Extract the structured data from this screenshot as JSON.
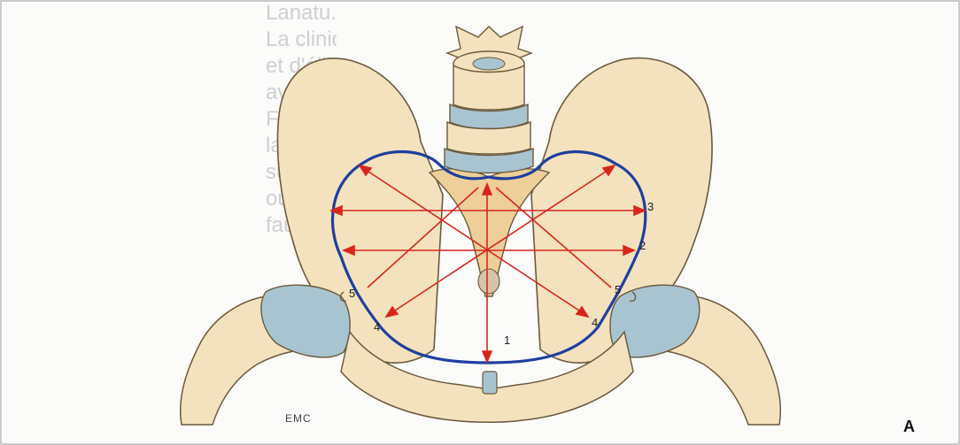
{
  "background_text": [
    "Lanatu...",
    "La clinique, l'échog",
    "et d'éliminer les bass",
    "avant terme.",
    "Face une anomalie",
    "la possibilité d'une",
    "surveillance du bass",
    "ou à un arrêt de la",
    "faudra savoir évoqu"
  ],
  "labels": {
    "l1": "1",
    "l2": "2",
    "l3": "3",
    "l4_left": "4",
    "l4_right": "4",
    "l5_left": "5",
    "l5_right": "5"
  },
  "panel_letter": "A",
  "credit": "EMC",
  "colors": {
    "bone": "#f3e2bd",
    "bone_outline": "#6b5a3c",
    "bone_shade": "#ddc9a0",
    "cartilage": "#a9c4d1",
    "inlet_outline": "#1e3fa0",
    "diameter_arrows": "#d9261c"
  }
}
